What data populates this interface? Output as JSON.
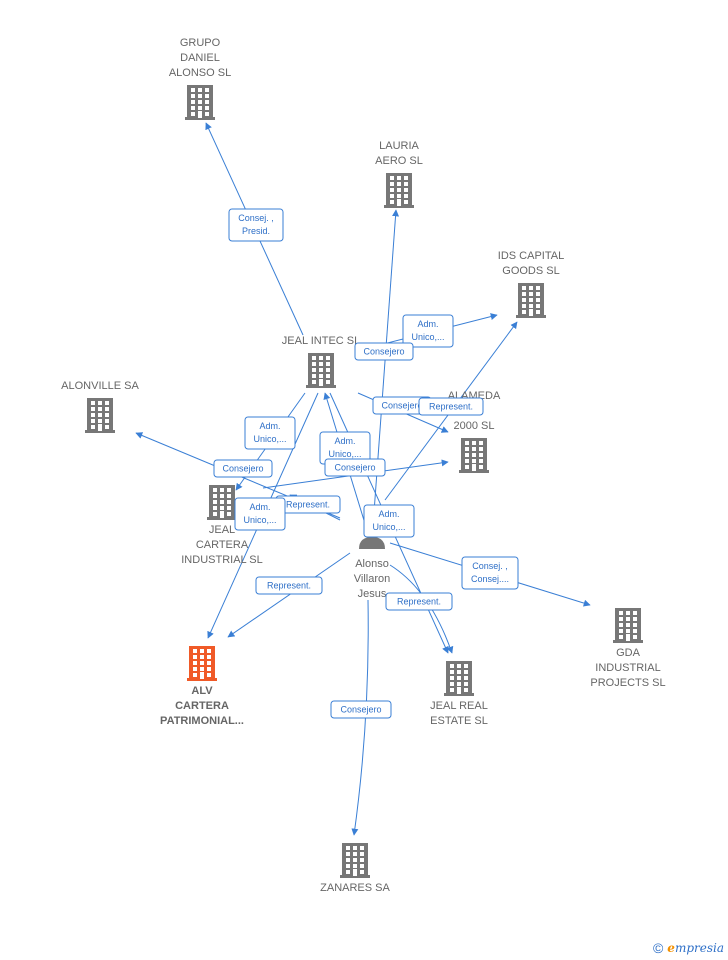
{
  "colors": {
    "edge": "#3a7fd5",
    "building": "#777777",
    "highlight": "#f05a28",
    "person": "#777777"
  },
  "nodes": [
    {
      "id": "grupo",
      "kind": "company",
      "lines": [
        "GRUPO",
        "DANIEL",
        "ALONSO SL"
      ]
    },
    {
      "id": "lauria",
      "kind": "company",
      "lines": [
        "LAURIA",
        "AERO  SL"
      ]
    },
    {
      "id": "ids",
      "kind": "company",
      "lines": [
        "IDS CAPITAL",
        "GOODS  SL"
      ]
    },
    {
      "id": "jealintec",
      "kind": "company",
      "lines": [
        "JEAL INTEC  SL"
      ]
    },
    {
      "id": "alonville",
      "kind": "company",
      "lines": [
        "ALONVILLE SA"
      ]
    },
    {
      "id": "alameda",
      "kind": "company",
      "lines": [
        "ALAMEDA",
        "AL",
        "2000  SL"
      ]
    },
    {
      "id": "jealcartera",
      "kind": "company",
      "lines": [
        "JEAL",
        "CARTERA",
        "INDUSTRIAL  SL"
      ]
    },
    {
      "id": "person",
      "kind": "person",
      "lines": [
        "Alonso",
        "Villaron",
        "Jesus"
      ]
    },
    {
      "id": "alv",
      "kind": "company",
      "highlight": true,
      "lines": [
        "ALV",
        "CARTERA",
        "PATRIMONIAL..."
      ]
    },
    {
      "id": "jealreal",
      "kind": "company",
      "lines": [
        "JEAL REAL",
        "ESTATE  SL"
      ]
    },
    {
      "id": "gda",
      "kind": "company",
      "lines": [
        "GDA",
        "INDUSTRIAL",
        "PROJECTS  SL"
      ]
    },
    {
      "id": "zanares",
      "kind": "company",
      "lines": [
        "ZANARES SA"
      ]
    }
  ],
  "edge_labels": [
    {
      "id": "consej-presid",
      "lines": [
        "Consej. ,",
        "Presid."
      ]
    },
    {
      "id": "adm-unico-ids",
      "lines": [
        "Adm.",
        "Unico,..."
      ]
    },
    {
      "id": "consejero-lauria",
      "lines": [
        "Consejero"
      ]
    },
    {
      "id": "consejero-alameda",
      "lines": [
        "Consejero"
      ]
    },
    {
      "id": "represent-alameda",
      "lines": [
        "Represent."
      ]
    },
    {
      "id": "adm-unico-left",
      "lines": [
        "Adm.",
        "Unico,..."
      ]
    },
    {
      "id": "adm-unico-mid",
      "lines": [
        "Adm.",
        "Unico,..."
      ]
    },
    {
      "id": "consejero-alonville",
      "lines": [
        "Consejero"
      ]
    },
    {
      "id": "consejero-mid",
      "lines": [
        "Consejero"
      ]
    },
    {
      "id": "represent-left",
      "lines": [
        "Represent."
      ]
    },
    {
      "id": "adm-unico-jc",
      "lines": [
        "Adm.",
        "Unico,..."
      ]
    },
    {
      "id": "adm-unico-person",
      "lines": [
        "Adm.",
        "Unico,..."
      ]
    },
    {
      "id": "represent-alv",
      "lines": [
        "Represent."
      ]
    },
    {
      "id": "consej-gda",
      "lines": [
        "Consej. ,",
        "Consej...."
      ]
    },
    {
      "id": "represent-real",
      "lines": [
        "Represent."
      ]
    },
    {
      "id": "consejero-zanares",
      "lines": [
        "Consejero"
      ]
    }
  ],
  "footer": {
    "copyright": "©",
    "brand_initial": "e",
    "brand_rest": "mpresia"
  }
}
